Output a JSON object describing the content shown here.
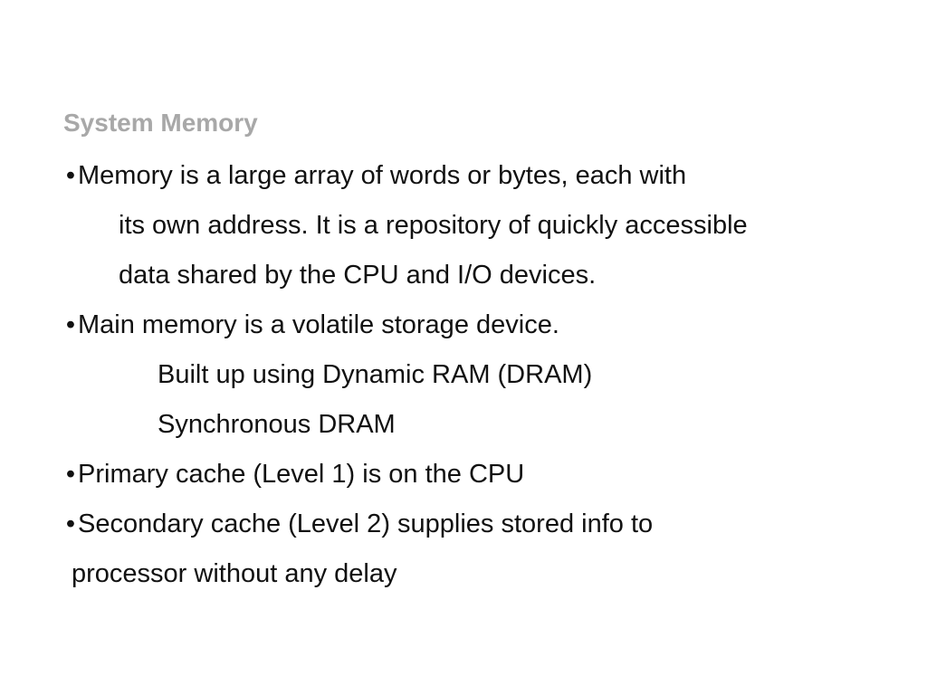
{
  "slide": {
    "title": "System Memory",
    "bullet_glyph": "•",
    "lines": [
      "Memory is a large array of words or bytes, each with",
      "its own address. It is a repository of quickly accessible",
      "data shared by the CPU and I/O devices.",
      "Main memory is a volatile storage device.",
      "Built up using Dynamic RAM (DRAM)",
      "Synchronous DRAM",
      "Primary cache (Level 1) is on the CPU",
      "Secondary cache (Level 2) supplies stored info to",
      "processor without any delay"
    ]
  }
}
